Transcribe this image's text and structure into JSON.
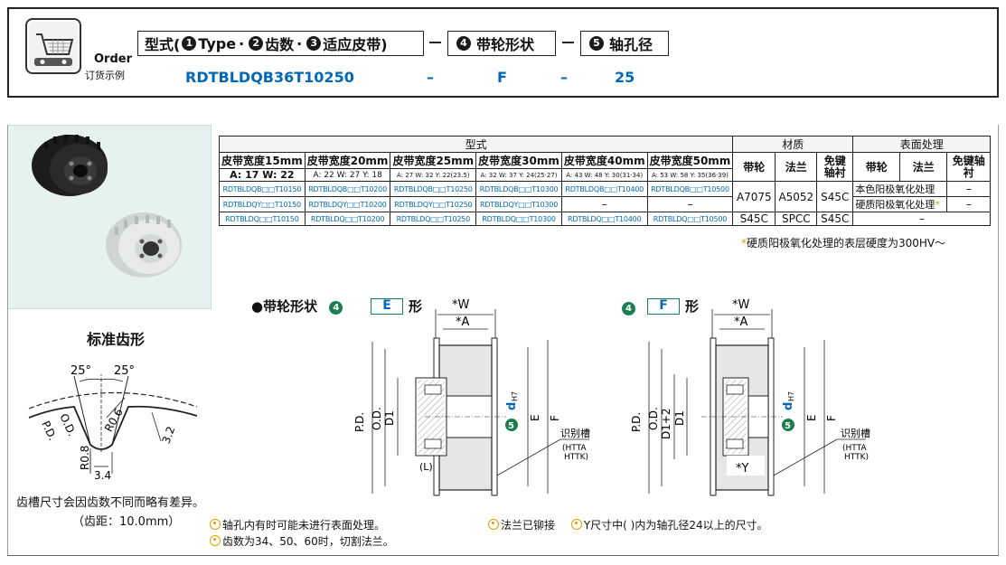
{
  "order": {
    "label": "Order",
    "sublabel": "订货示例",
    "header_type_prefix": "型式(",
    "header_type_1": "Type",
    "header_type_2": "齿数",
    "header_type_3": "适应皮带)",
    "header_shape": "带轮形状",
    "header_bore": "轴孔径",
    "num_1": "1",
    "num_2": "2",
    "num_3": "3",
    "num_4": "4",
    "num_5": "5",
    "sep": "·",
    "value_type": "RDTBLDQB36T10250",
    "value_dash": "–",
    "value_shape": "F",
    "value_bore": "25"
  },
  "tooth": {
    "title": "标准齿形",
    "angle_left": "25°",
    "angle_right": "25°",
    "r06": "R0.6",
    "r08": "R0.8",
    "od": "O.D.",
    "pd": "P.D.",
    "h32": "3.2",
    "w34": "3.4",
    "note": "齿槽尺寸会因齿数不同而略有差异。",
    "pitch": "（齿距：10.0mm）"
  },
  "table": {
    "type_group": "型式",
    "material_group": "材质",
    "surface_group": "表面处理",
    "widths": [
      "皮带宽度15mm",
      "皮带宽度20mm",
      "皮带宽度25mm",
      "皮带宽度30mm",
      "皮带宽度40mm",
      "皮带宽度50mm"
    ],
    "dims": [
      "A: 17  W: 22",
      "A: 22 W: 27 Y: 18",
      "A: 27 W: 32 Y: 22(23.5)",
      "A: 32 W: 37 Y: 24(25·27)",
      "A: 43 W: 48 Y: 30(31·34)",
      "A: 53 W: 58 Y: 35(36·39)"
    ],
    "mat_pulley": "带轮",
    "mat_flange": "法兰",
    "mat_key": "免键轴衬",
    "surf_pulley": "带轮",
    "surf_flange": "法兰",
    "surf_key": "免键轴衬",
    "rows": [
      {
        "codes": [
          "RDTBLDQB□□T10150",
          "RDTBLDQB□□T10200",
          "RDTBLDQB□□T10250",
          "RDTBLDQB□□T10300",
          "RDTBLDQB□□T10400",
          "RDTBLDQB□□T10500"
        ]
      },
      {
        "codes": [
          "RDTBLDQY□□T10150",
          "RDTBLDQY□□T10200",
          "RDTBLDQY□□T10250",
          "RDTBLDQY□□T10300",
          "–",
          "–"
        ]
      },
      {
        "codes": [
          "RDTBLDQ□□T10150",
          "RDTBLDQ□□T10200",
          "RDTBLDQ□□T10250",
          "RDTBLDQ□□T10300",
          "RDTBLDQ□□T10400",
          "RDTBLDQ□□T10500"
        ]
      }
    ],
    "mat_rows12": [
      "A7075",
      "A5052",
      "S45C"
    ],
    "mat_row3": [
      "S45C",
      "SPCC",
      "S45C"
    ],
    "surf_row1": "本色阳极氧化处理",
    "surf_row2": "硬质阳极氧化处理",
    "surf_dash": "–",
    "surf_row3": "–",
    "hard_note": "硬质阳极氧化处理的表层硬度为300HV～"
  },
  "drawing": {
    "shape_title": "●带轮形状",
    "num": "4",
    "type_e": "E",
    "type_f": "F",
    "xing": "形",
    "w": "*W",
    "a": "*A",
    "y": "*Y",
    "pd": "P.D.",
    "od": "O.D.",
    "d1": "D1",
    "d1p2": "D1+2",
    "d": "d",
    "h7": "H7",
    "e": "E",
    "f": "F",
    "l": "(L)",
    "mark": "识别槽",
    "mark_sub1": "(HTTA",
    "mark_sub2": "HTTK)",
    "five": "5"
  },
  "footnotes": {
    "n1": "轴孔内有时可能未进行表面处理。",
    "n2": "齿数为34、50、60时，切割法兰。",
    "n3": "法兰已铆接",
    "n4": "Y尺寸中(   )内为轴孔径24以上的尺寸。"
  },
  "colors": {
    "blue": "#0068b7",
    "green": "#1b7e4e",
    "star": "#e0a000"
  }
}
